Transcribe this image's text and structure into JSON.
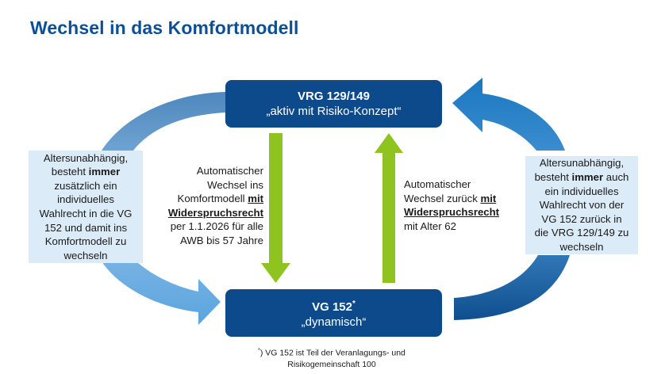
{
  "title": "Wechsel in das Komfortmodell",
  "top_box": {
    "line1": "VRG 129/149",
    "line2": "„aktiv mit Risiko-Konzept“"
  },
  "bottom_box": {
    "line1": "VG 152",
    "sup": "*",
    "line2": "„dynamisch“"
  },
  "left_box": {
    "l1": "Altersunabhängig,",
    "l2a": "besteht ",
    "l2b": "immer",
    "l3": "zusätzlich ein",
    "l4": "individuelles",
    "l5": "Wahlrecht in die VG",
    "l6": "152 und damit ins",
    "l7": "Komfortmodell zu",
    "l8": "wechseln"
  },
  "right_box": {
    "l1": "Altersunabhängig,",
    "l2a": "besteht ",
    "l2b": "immer",
    "l2c": " auch",
    "l3": "ein individuelles",
    "l4": "Wahlrecht von der",
    "l5": "VG 152 zurück in",
    "l6": "die VRG 129/149 zu",
    "l7": "wechseln"
  },
  "down_text": {
    "l1": "Automatischer",
    "l2": "Wechsel ins",
    "l3a": "Komfortmodell ",
    "l3b": "mit",
    "l4": "Widerspruchsrecht",
    "l5": "per 1.1.2026 für alle",
    "l6": "AWB bis 57 Jahre"
  },
  "up_text": {
    "l1": "Automatischer",
    "l2a": "Wechsel zurück ",
    "l2b": "mit",
    "l3": "Widerspruchsrecht",
    "l4": "mit Alter 62"
  },
  "footnote": {
    "sup": "*",
    "l1": ") VG 152 ist Teil der Veranlagungs- und",
    "l2": "Risikogemeinschaft 100"
  },
  "colors": {
    "title": "#0d4f96",
    "dark_box": "#0c4a8b",
    "light_box": "#dcebf8",
    "green_arrow": "#8fc31f",
    "left_arc": "#5e9bd0",
    "right_arc": "#1877c0"
  }
}
